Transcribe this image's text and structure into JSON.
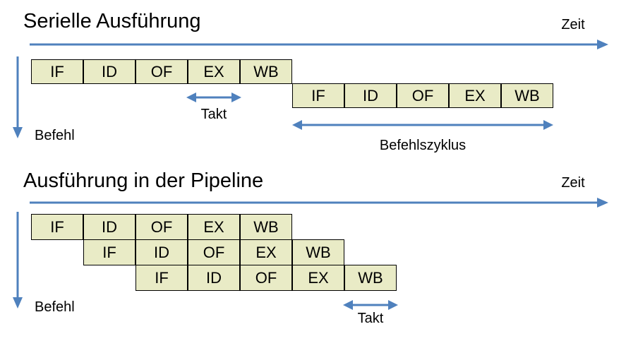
{
  "colors": {
    "box_fill": "#E9EBC6",
    "box_border": "#000000",
    "arrow_blue": "#4F81BD",
    "text": "#000000",
    "background": "#FFFFFF"
  },
  "sections": [
    {
      "title": "Serielle Ausführung",
      "time_axis_label": "Zeit",
      "instruction_axis_label": "Befehl",
      "takt_label": "Takt",
      "cycle_label": "Befehlszyklus",
      "stage_rows": [
        {
          "stages": [
            "IF",
            "ID",
            "OF",
            "EX",
            "WB"
          ]
        },
        {
          "stages": [
            "IF",
            "ID",
            "OF",
            "EX",
            "WB"
          ]
        }
      ]
    },
    {
      "title": "Ausführung in der Pipeline",
      "time_axis_label": "Zeit",
      "instruction_axis_label": "Befehl",
      "takt_label": "Takt",
      "stage_rows": [
        {
          "stages": [
            "IF",
            "ID",
            "OF",
            "EX",
            "WB"
          ]
        },
        {
          "stages": [
            "IF",
            "ID",
            "OF",
            "EX",
            "WB"
          ]
        },
        {
          "stages": [
            "IF",
            "ID",
            "OF",
            "EX",
            "WB"
          ]
        }
      ]
    }
  ]
}
